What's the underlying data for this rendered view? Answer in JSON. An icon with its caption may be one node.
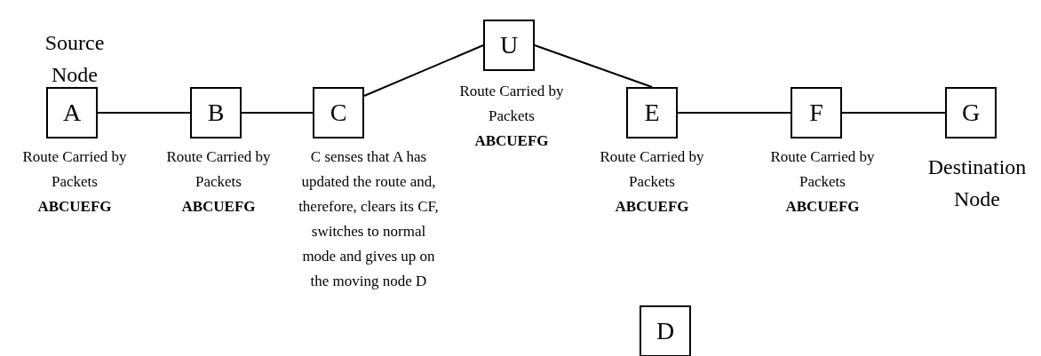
{
  "diagram": {
    "nodes": [
      {
        "text": [
          "A"
        ],
        "beside": [
          "Source Node",
          "Route Carried by Packets",
          "ABCUEFG"
        ]
      },
      {
        "text": [
          "B"
        ],
        "beside": [
          "Route Carried by Packets",
          "ABCUEFG"
        ]
      },
      {
        "text": [
          "C"
        ],
        "beside": [
          "C senses that A has updated the route and, therefore, clears its CF, switches to normal mode and gives up on the moving node D"
        ]
      },
      {
        "text": [
          "U"
        ],
        "beside": [
          "Route Carried by Packets",
          "ABCUEFG"
        ]
      },
      {
        "text": [
          "E"
        ],
        "beside": [
          "Route Carried by Packets",
          "ABCUEFG"
        ]
      },
      {
        "text": [
          "F"
        ],
        "beside": [
          "Route Carried by Packets",
          "ABCUEFG"
        ]
      },
      {
        "text": [
          "G"
        ],
        "beside": [
          "Destination Node"
        ]
      },
      {
        "text": [
          "D"
        ]
      }
    ],
    "edges": [
      {
        "from": 0,
        "to": 1,
        "arrow": "none"
      },
      {
        "from": 1,
        "to": 2,
        "arrow": "none"
      },
      {
        "from": 2,
        "to": 3,
        "arrow": "none"
      },
      {
        "from": 3,
        "to": 4,
        "arrow": "none"
      },
      {
        "from": 4,
        "to": 5,
        "arrow": "none"
      },
      {
        "from": 5,
        "to": 6,
        "arrow": "none"
      }
    ]
  }
}
